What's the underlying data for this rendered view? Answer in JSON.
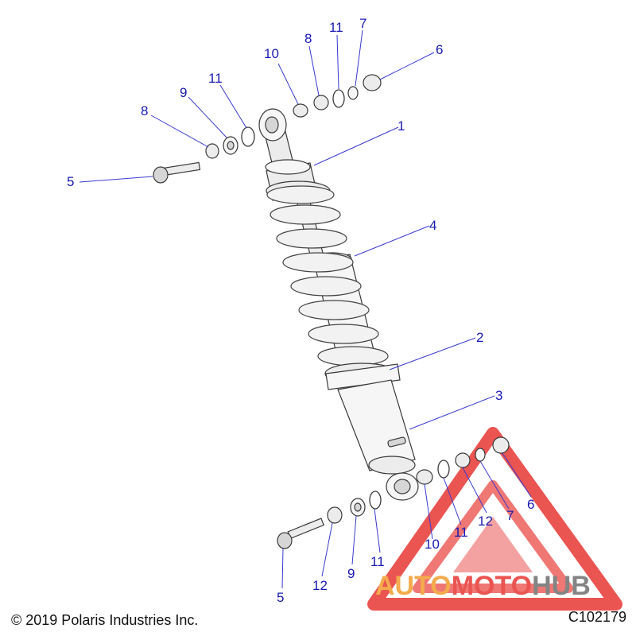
{
  "diagram": {
    "callouts": {
      "c1": "1",
      "c2": "2",
      "c3": "3",
      "c4": "4",
      "c5_top": "5",
      "c5_bottom": "5",
      "c6_top": "6",
      "c6_bottom": "6",
      "c7_top": "7",
      "c7_bottom": "7",
      "c8_top_left": "8",
      "c8_top_right": "8",
      "c9_top": "9",
      "c9_bottom": "9",
      "c10_top": "10",
      "c10_bottom": "10",
      "c11_top_left": "11",
      "c11_top_right": "11",
      "c11_bottom_left": "11",
      "c11_bottom_right": "11",
      "c12_bottom_left": "12",
      "c12_bottom_right": "12"
    }
  },
  "footer": {
    "copyright": "© 2019 Polaris Industries Inc.",
    "drawing_id": "C102179"
  },
  "watermark": {
    "part1": "AUTO",
    "part2": "MOTO",
    "part3": "HUB",
    "colors": {
      "red": "#e8423f",
      "orange": "#f2a33a",
      "gray": "#777777"
    }
  }
}
